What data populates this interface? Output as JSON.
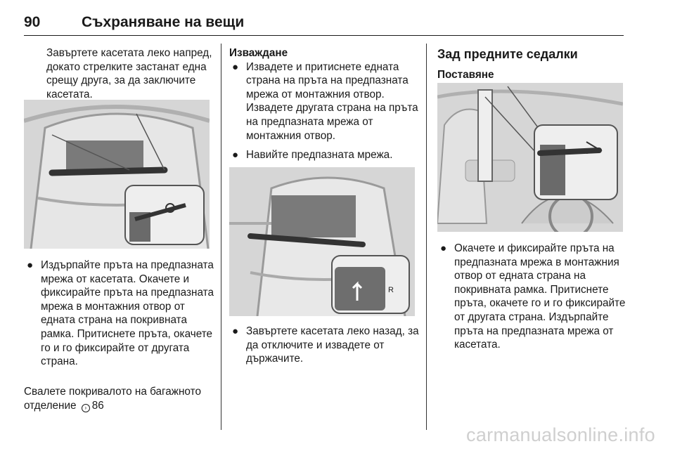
{
  "header": {
    "page_number": "90",
    "title": "Съхраняване на вещи"
  },
  "col1": {
    "intro": "Завъртете касетата леко напред, докато стрелките застанат една срещу друга, за да заключите касетата.",
    "bullet1": "Издърпайте пръта на предпазната мрежа от касетата. Окачете и фиксирайте пръта на предпазната мрежа в монтажния отвор от едната страна на покривната рамка. Притиснете пръта, окачете го и го фиксирайте от другата страна.",
    "note": "Свалете покривалото на багажното отделение",
    "note_ref": "86"
  },
  "col2": {
    "heading": "Изваждане",
    "bullet1": "Извадете и притиснете едната страна на пръта на предпазната мрежа от монтажния отвор. Извадете другата страна на пръта на предпазната мрежа от монтажния отвор.",
    "bullet2": "Навийте предпазната мрежа.",
    "bullet3": "Завъртете касетата леко назад, за да отключите и извадете от държачите.",
    "figure_label": "R"
  },
  "col3": {
    "heading": "Зад предните седалки",
    "subheading": "Поставяне",
    "bullet1": "Окачете и фиксирайте пръта на предпазната мрежа в монтажния отвор от едната страна на покривната рамка. Притиснете пръта, окачете го и го фиксирайте от другата страна. Издърпайте пръта на предпазната мрежа от касетата."
  },
  "watermark": "carmanualsonline.info",
  "icons": {
    "bullet": "bullet-dot",
    "reference": "arrow-ref-icon"
  }
}
